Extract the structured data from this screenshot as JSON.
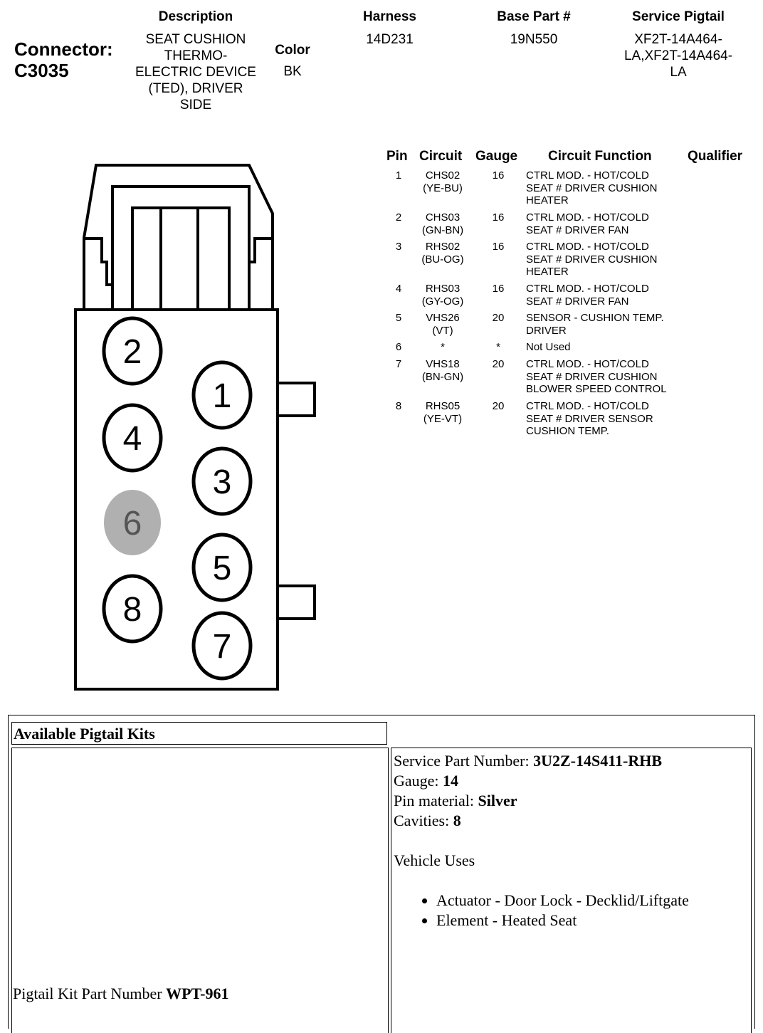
{
  "header": {
    "connector_label": "Connector:",
    "connector_id": "C3035",
    "description_header": "Description",
    "description_lines": [
      "SEAT CUSHION",
      "THERMO-",
      "ELECTRIC DEVICE",
      "(TED), DRIVER",
      "SIDE"
    ],
    "color_header": "Color",
    "color": "BK",
    "harness_header": "Harness",
    "harness": "14D231",
    "base_part_header": "Base Part #",
    "base_part": "19N550",
    "service_pigtail_header": "Service Pigtail",
    "service_pigtail_lines": [
      "XF2T-14A464-",
      "LA,XF2T-14A464-",
      "LA"
    ]
  },
  "pin_table": {
    "headers": {
      "pin": "Pin",
      "circuit": "Circuit",
      "gauge": "Gauge",
      "function": "Circuit Function",
      "qualifier": "Qualifier"
    },
    "rows": [
      {
        "pin": "1",
        "circuit": [
          "CHS02",
          "(YE-BU)"
        ],
        "gauge": "16",
        "function": [
          "CTRL MOD. - HOT/COLD",
          "SEAT # DRIVER CUSHION",
          "HEATER"
        ]
      },
      {
        "pin": "2",
        "circuit": [
          "CHS03",
          "(GN-BN)"
        ],
        "gauge": "16",
        "function": [
          "CTRL MOD. - HOT/COLD",
          "SEAT # DRIVER FAN"
        ]
      },
      {
        "pin": "3",
        "circuit": [
          "RHS02",
          "(BU-OG)"
        ],
        "gauge": "16",
        "function": [
          "CTRL MOD. - HOT/COLD",
          "SEAT # DRIVER CUSHION",
          "HEATER"
        ]
      },
      {
        "pin": "4",
        "circuit": [
          "RHS03",
          "(GY-OG)"
        ],
        "gauge": "16",
        "function": [
          "CTRL MOD. - HOT/COLD",
          "SEAT # DRIVER FAN"
        ]
      },
      {
        "pin": "5",
        "circuit": [
          "VHS26",
          "(VT)"
        ],
        "gauge": "20",
        "function": [
          "SENSOR - CUSHION TEMP.",
          "DRIVER"
        ]
      },
      {
        "pin": "6",
        "circuit": [
          "*"
        ],
        "gauge": "*",
        "function": [
          "Not Used"
        ]
      },
      {
        "pin": "7",
        "circuit": [
          "VHS18",
          "(BN-GN)"
        ],
        "gauge": "20",
        "function": [
          "CTRL MOD. - HOT/COLD",
          "SEAT # DRIVER CUSHION",
          "BLOWER SPEED CONTROL"
        ]
      },
      {
        "pin": "8",
        "circuit": [
          "RHS05",
          "(YE-VT)"
        ],
        "gauge": "20",
        "function": [
          "CTRL MOD. - HOT/COLD",
          "SEAT # DRIVER SENSOR",
          "CUSHION TEMP."
        ]
      }
    ]
  },
  "connector_diagram": {
    "pins": [
      "1",
      "2",
      "3",
      "4",
      "5",
      "6",
      "7",
      "8"
    ],
    "unused_pin": "6",
    "unused_fill": "#b0b0b0"
  },
  "pigtail_kits": {
    "title": "Available Pigtail Kits",
    "service_part_label": "Service Part Number:",
    "service_part_value": "3U2Z-14S411-RHB",
    "gauge_label": "Gauge:",
    "gauge_value": "14",
    "pin_material_label": "Pin material:",
    "pin_material_value": "Silver",
    "cavities_label": "Cavities:",
    "cavities_value": "8",
    "vehicle_uses_label": "Vehicle Uses",
    "vehicle_uses": [
      "Actuator - Door Lock - Decklid/Liftgate",
      "Element - Heated Seat"
    ],
    "kit_part_label": "Pigtail Kit Part Number",
    "kit_part_value": "WPT-961"
  }
}
